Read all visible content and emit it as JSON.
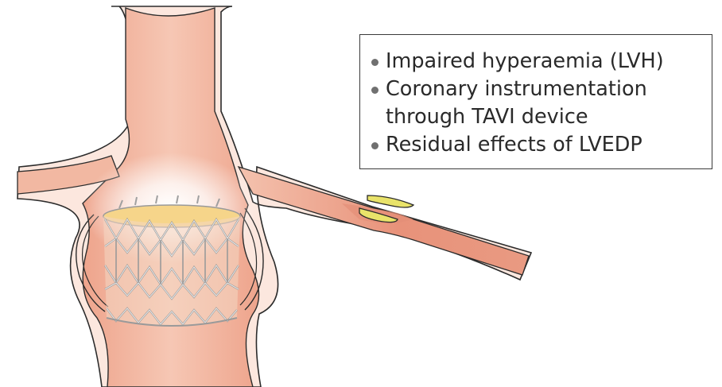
{
  "callout": {
    "items": [
      {
        "text": "Impaired hyperaemia  (LVH)"
      },
      {
        "text": "Coronary instrumentation\nthrough TAVI device"
      },
      {
        "text": "Residual effects of LVEDP"
      }
    ]
  },
  "colors": {
    "vessel_fill": "#f2b8a2",
    "vessel_deep": "#e48f78",
    "vessel_wall": "#fce7de",
    "outline": "#2b2b2b",
    "stent_wire": "#dedede",
    "stent_top": "#f6d58a",
    "plaque": "#e9e36a",
    "glow": "#ffffff"
  },
  "icons": [
    "aorta-illustration",
    "tavi-stent-icon",
    "coronary-plaque-icon",
    "bullet-icon"
  ]
}
